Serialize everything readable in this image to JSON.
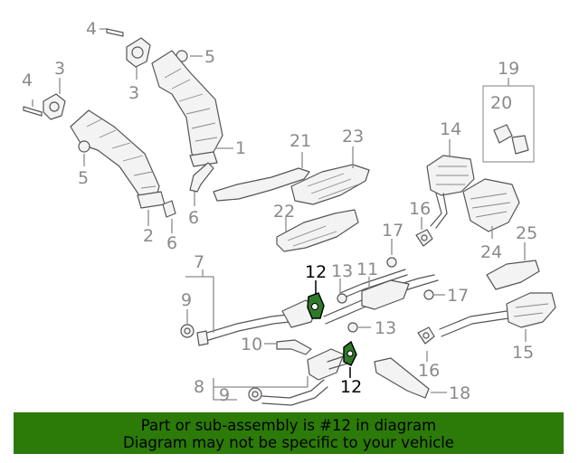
{
  "callouts": {
    "c1": "1",
    "c2": "2",
    "c3a": "3",
    "c3b": "3",
    "c4a": "4",
    "c4b": "4",
    "c5a": "5",
    "c5b": "5",
    "c6a": "6",
    "c6b": "6",
    "c7": "7",
    "c8": "8",
    "c9a": "9",
    "c9b": "9",
    "c10": "10",
    "c11": "11",
    "c12a": "12",
    "c12b": "12",
    "c13a": "13",
    "c13b": "13",
    "c14": "14",
    "c15": "15",
    "c16a": "16",
    "c16b": "16",
    "c17a": "17",
    "c17b": "17",
    "c18": "18",
    "c19": "19",
    "c20": "20",
    "c21": "21",
    "c22": "22",
    "c23": "23",
    "c24": "24",
    "c25": "25"
  },
  "banner": {
    "line1": "Part or sub-assembly is #12 in diagram",
    "line2": "Diagram may not be specific to your vehicle"
  },
  "colors": {
    "banner_bg": "#2c7a08",
    "highlight_part": "#2f7a2a",
    "callout_gray": "#8a8a8a"
  }
}
